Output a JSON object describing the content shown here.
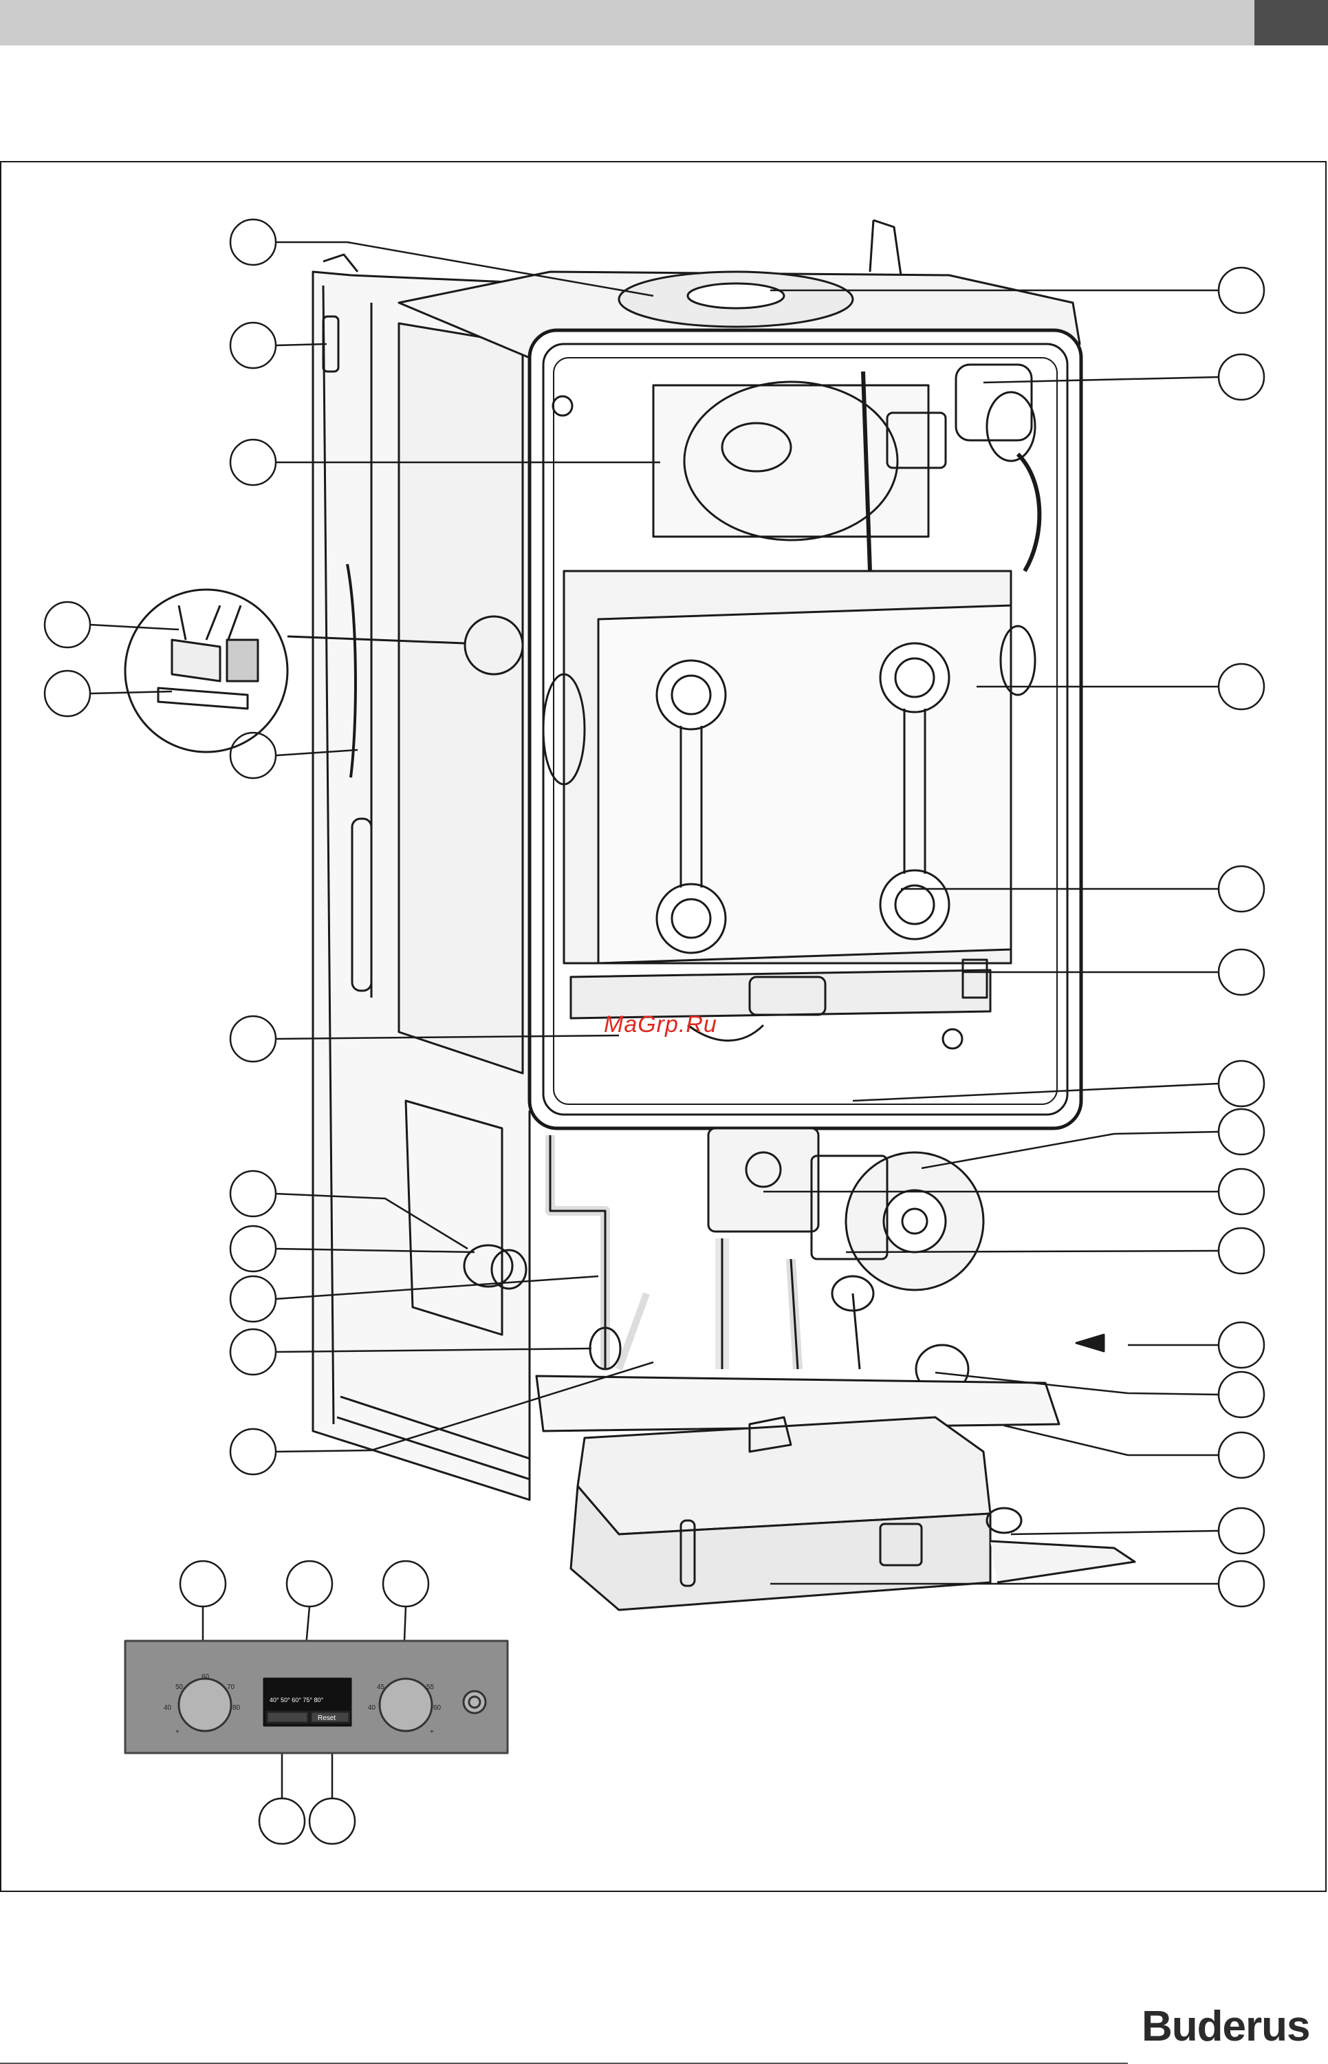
{
  "watermark": "MaGrp.Ru",
  "brand": "Buderus",
  "panel": {
    "left_dial": {
      "ticks": [
        "50",
        "60",
        "70",
        "80",
        "40",
        "+"
      ]
    },
    "right_dial": {
      "ticks": [
        "45",
        "55",
        "40",
        "60",
        "+"
      ]
    },
    "display_temps": "40° 50° 60° 75° 80°",
    "reset_label": "Reset"
  },
  "colors": {
    "topbar": "#cccccc",
    "topbar_accent": "#4d4d4d",
    "line": "#1a1a1a",
    "panel": "#8f8f8f"
  }
}
